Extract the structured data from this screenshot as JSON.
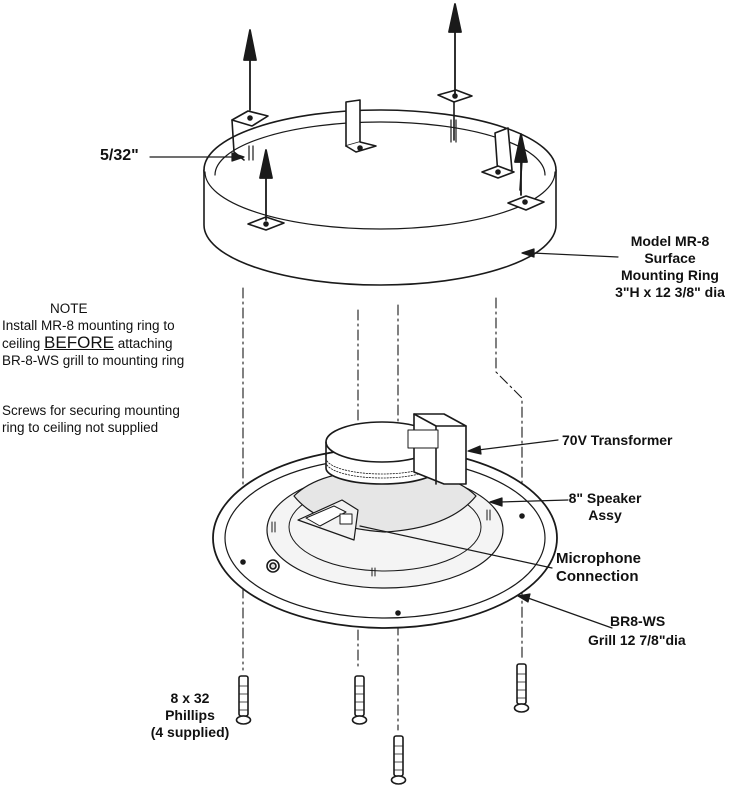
{
  "labels": {
    "hole_size": "5/32\"",
    "ring_l1": "Model MR-8",
    "ring_l2": "Surface",
    "ring_l3": "Mounting Ring",
    "ring_l4": "3\"H x 12 3/8\" dia",
    "note_title": "NOTE",
    "note_l1": "Install MR-8 mounting ring to",
    "note_l2a": "ceiling ",
    "note_l2b": "BEFORE",
    "note_l2c": " attaching",
    "note_l3": "BR-8-WS grill to mounting ring",
    "screws_l1": "Screws for securing mounting",
    "screws_l2": "ring to ceiling not supplied",
    "transformer": "70V Transformer",
    "speaker_l1": "8\" Speaker",
    "speaker_l2": "Assy",
    "mic_l1": "Microphone",
    "mic_l2": "Connection",
    "grill_l1": "BR8-WS",
    "grill_l2": "Grill 12 7/8\"dia",
    "phillips_l1": "8 x 32",
    "phillips_l2": "Phillips",
    "phillips_l3": "(4 supplied)"
  },
  "colors": {
    "line": "#1a1a1a",
    "paper": "#ffffff",
    "fill": "#eeeeee"
  }
}
